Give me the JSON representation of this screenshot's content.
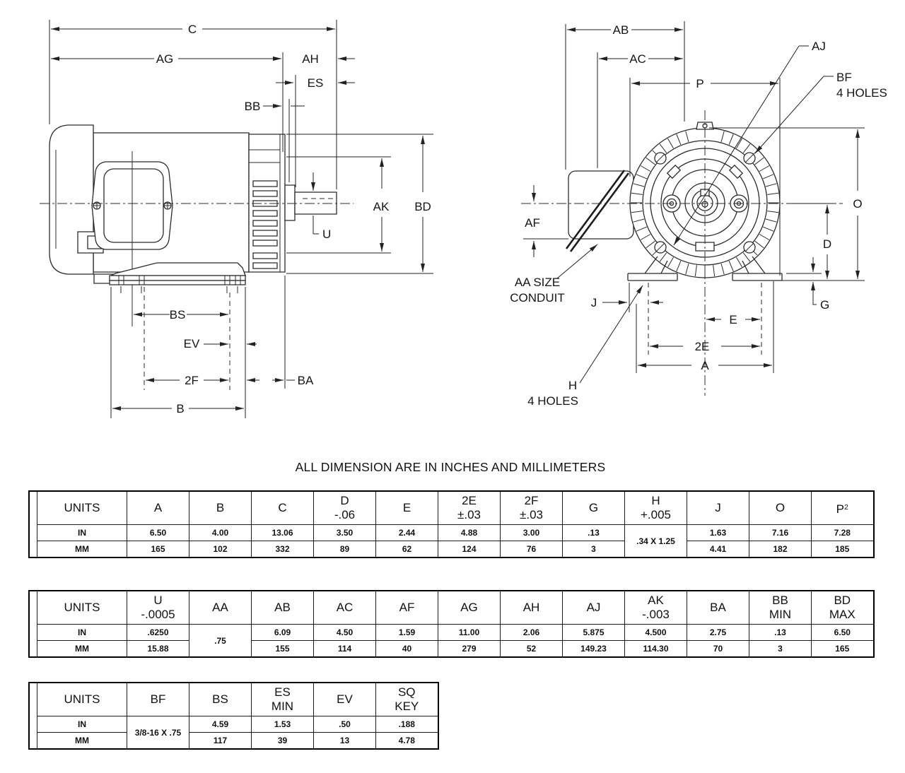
{
  "note": "ALL DIMENSION ARE IN INCHES AND MILLIMETERS",
  "side_view": {
    "labels": {
      "c": "C",
      "ag": "AG",
      "ah": "AH",
      "es": "ES",
      "bb": "BB",
      "u": "U",
      "ak": "AK",
      "bd": "BD",
      "bs": "BS",
      "ev": "EV",
      "f2": "2F",
      "ba": "BA",
      "b": "B"
    }
  },
  "front_view": {
    "labels": {
      "ab": "AB",
      "ac": "AC",
      "p": "P",
      "aj": "AJ",
      "bf": "BF",
      "bf_note": "4 HOLES",
      "af": "AF",
      "aa_note1": "AA SIZE",
      "aa_note2": "CONDUIT",
      "j": "J",
      "e": "E",
      "e2": "2E",
      "a": "A",
      "g": "G",
      "h": "H",
      "h_note": "4 HOLES",
      "o": "O",
      "d": "D"
    }
  },
  "tables": [
    {
      "name": "primary-dimensions",
      "units_label": "UNITS",
      "in_label": "IN",
      "mm_label": "MM",
      "columns": [
        {
          "h": [
            "A"
          ],
          "in": "6.50",
          "mm": "165"
        },
        {
          "h": [
            "B"
          ],
          "in": "4.00",
          "mm": "102"
        },
        {
          "h": [
            "C"
          ],
          "in": "13.06",
          "mm": "332"
        },
        {
          "h": [
            "D",
            "-.06"
          ],
          "in": "3.50",
          "mm": "89"
        },
        {
          "h": [
            "E"
          ],
          "in": "2.44",
          "mm": "62"
        },
        {
          "h": [
            "2E",
            "±.03"
          ],
          "in": "4.88",
          "mm": "124"
        },
        {
          "h": [
            "2F",
            "±.03"
          ],
          "in": "3.00",
          "mm": "76"
        },
        {
          "h": [
            "G"
          ],
          "in": ".13",
          "mm": "3"
        },
        {
          "h": [
            "H",
            "+.005"
          ],
          "merged": ".34 X 1.25"
        },
        {
          "h": [
            "J"
          ],
          "in": "1.63",
          "mm": "4.41"
        },
        {
          "h": [
            "O"
          ],
          "in": "7.16",
          "mm": "182"
        },
        {
          "h": [
            "P"
          ],
          "sup": "2",
          "in": "7.28",
          "mm": "185"
        }
      ]
    },
    {
      "name": "secondary-dimensions",
      "units_label": "UNITS",
      "in_label": "IN",
      "mm_label": "MM",
      "columns": [
        {
          "h": [
            "U",
            "-.0005"
          ],
          "in": ".6250",
          "mm": "15.88"
        },
        {
          "h": [
            "AA"
          ],
          "merged": ".75"
        },
        {
          "h": [
            "AB"
          ],
          "in": "6.09",
          "mm": "155"
        },
        {
          "h": [
            "AC"
          ],
          "in": "4.50",
          "mm": "114"
        },
        {
          "h": [
            "AF"
          ],
          "in": "1.59",
          "mm": "40"
        },
        {
          "h": [
            "AG"
          ],
          "in": "11.00",
          "mm": "279"
        },
        {
          "h": [
            "AH"
          ],
          "in": "2.06",
          "mm": "52"
        },
        {
          "h": [
            "AJ"
          ],
          "in": "5.875",
          "mm": "149.23"
        },
        {
          "h": [
            "AK",
            "-.003"
          ],
          "in": "4.500",
          "mm": "114.30"
        },
        {
          "h": [
            "BA"
          ],
          "in": "2.75",
          "mm": "70"
        },
        {
          "h": [
            "BB",
            "MIN"
          ],
          "in": ".13",
          "mm": "3"
        },
        {
          "h": [
            "BD",
            "MAX"
          ],
          "in": "6.50",
          "mm": "165"
        }
      ]
    },
    {
      "name": "shaft-dimensions",
      "units_label": "UNITS",
      "in_label": "IN",
      "mm_label": "MM",
      "columns": [
        {
          "h": [
            "BF"
          ],
          "merged": "3/8-16 X .75"
        },
        {
          "h": [
            "BS"
          ],
          "in": "4.59",
          "mm": "117"
        },
        {
          "h": [
            "ES",
            "MIN"
          ],
          "in": "1.53",
          "mm": "39"
        },
        {
          "h": [
            "EV"
          ],
          "in": ".50",
          "mm": "13"
        },
        {
          "h": [
            "SQ",
            "KEY"
          ],
          "in": ".188",
          "mm": "4.78"
        }
      ]
    }
  ]
}
